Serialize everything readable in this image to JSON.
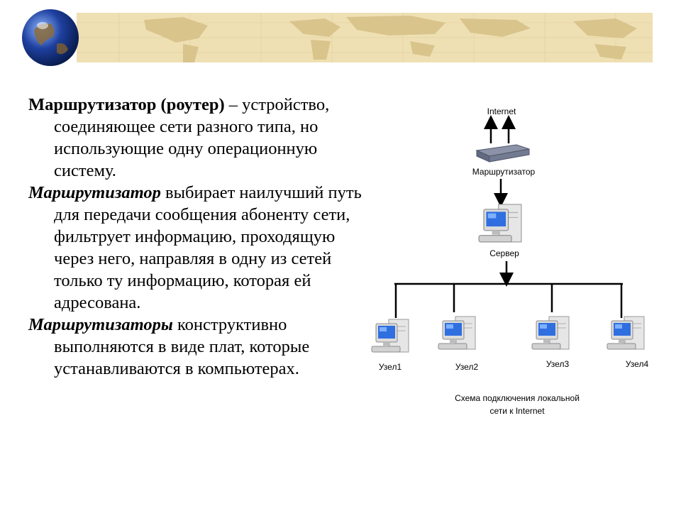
{
  "slide": {
    "paragraphs": [
      {
        "term": "Маршрутизатор (роутер)",
        "text": " – устройство, соединяющее сети разного типа, но использующие одну операционную систему."
      },
      {
        "term": "Маршрутизатор",
        "text": " выбирает наилучший путь для передачи сообщения абоненту сети, фильтрует информацию, проходящую через него, направляя в одну из сетей только ту информацию, которая ей адресована."
      },
      {
        "term": "Маршрутизаторы",
        "text": " конструктивно выполняются в виде плат, которые устанавливаются в компьютерах."
      }
    ]
  },
  "diagram": {
    "internet_label": "Internet",
    "router_label": "Маршрутизатор",
    "server_label": "Сервер",
    "nodes": [
      "Узел1",
      "Узел2",
      "Узел3",
      "Узел4"
    ],
    "caption_line1": "Схема подключения локальной",
    "caption_line2": "сети  к  Internet"
  },
  "colors": {
    "banner": "#efe0b4",
    "map_land": "#d9c48c",
    "globe_ocean": "#1e3f9e",
    "screen": "#2f6fe0"
  }
}
